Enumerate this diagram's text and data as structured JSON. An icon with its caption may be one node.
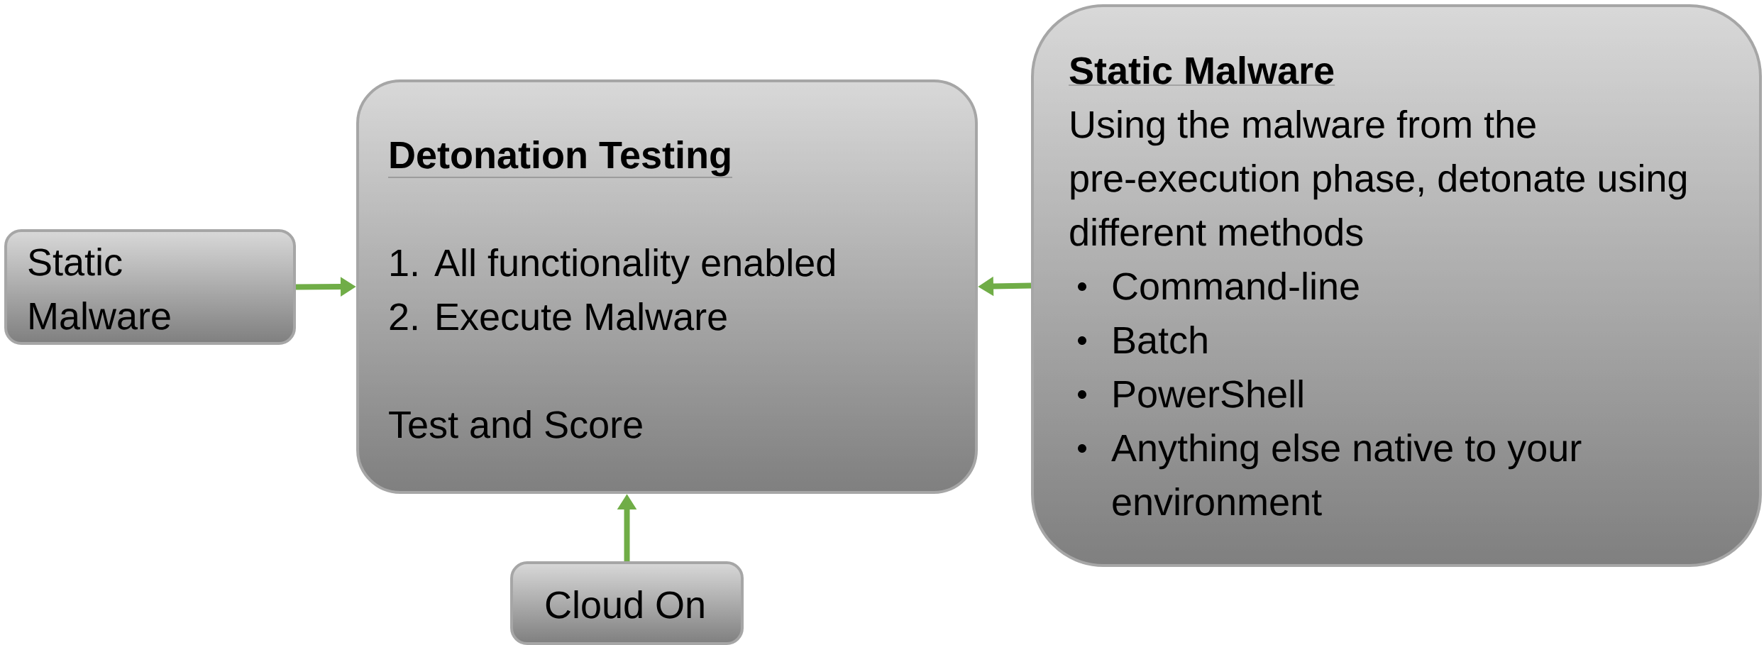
{
  "diagram": {
    "nodes": [
      {
        "text": [
          "Static Malware"
        ]
      },
      {
        "text": [
          "Detonation Testing",
          "1. All functionality enabled",
          "2. Execute Malware",
          "Test and Score"
        ]
      },
      {
        "text": [
          "Static Malware",
          "Using the malware from the pre-execution phase, detonate using different methods",
          "Command-line",
          "Batch",
          "PowerShell",
          "Anything else native to your environment"
        ]
      },
      {
        "text": [
          "Cloud On"
        ]
      }
    ],
    "edges": [
      {
        "from": 0,
        "to": 1,
        "arrow": "to"
      },
      {
        "from": 2,
        "to": 1,
        "arrow": "to"
      },
      {
        "from": 3,
        "to": 1,
        "arrow": "to"
      }
    ]
  }
}
